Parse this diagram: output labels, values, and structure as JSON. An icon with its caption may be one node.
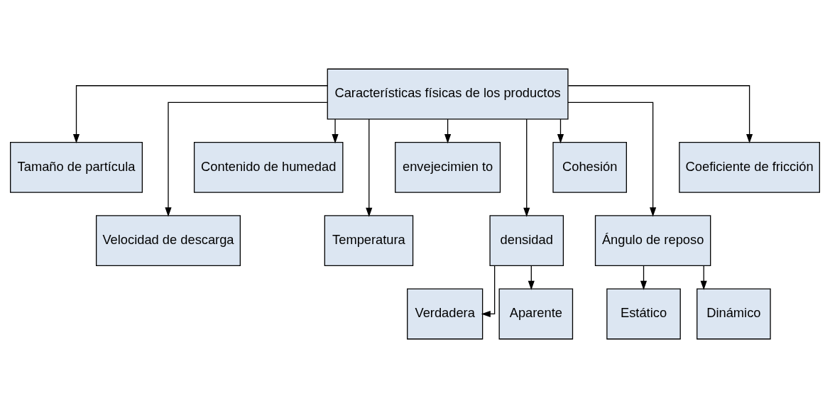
{
  "diagram": {
    "nodes": [
      {
        "text": [
          "Características físicas de los productos"
        ]
      },
      {
        "text": [
          "Tamaño de partícula"
        ]
      },
      {
        "text": [
          "Velocidad de descarga"
        ]
      },
      {
        "text": [
          "Contenido de humedad"
        ]
      },
      {
        "text": [
          "Temperatura"
        ]
      },
      {
        "text": [
          "envejecimien to"
        ]
      },
      {
        "text": [
          "densidad"
        ]
      },
      {
        "text": [
          "Cohesión"
        ]
      },
      {
        "text": [
          "Ángulo de reposo"
        ]
      },
      {
        "text": [
          "Coeficiente de fricción"
        ]
      },
      {
        "text": [
          "Verdadera"
        ]
      },
      {
        "text": [
          "Aparente"
        ]
      },
      {
        "text": [
          "Estático"
        ]
      },
      {
        "text": [
          "Dinámico"
        ]
      }
    ],
    "edges": [
      {
        "from": 0,
        "to": 1,
        "arrow": "to"
      },
      {
        "from": 0,
        "to": 2,
        "arrow": "to"
      },
      {
        "from": 0,
        "to": 3,
        "arrow": "to"
      },
      {
        "from": 0,
        "to": 4,
        "arrow": "to"
      },
      {
        "from": 0,
        "to": 5,
        "arrow": "to"
      },
      {
        "from": 0,
        "to": 6,
        "arrow": "to"
      },
      {
        "from": 0,
        "to": 7,
        "arrow": "to"
      },
      {
        "from": 0,
        "to": 8,
        "arrow": "to"
      },
      {
        "from": 0,
        "to": 9,
        "arrow": "to"
      },
      {
        "from": 6,
        "to": 10,
        "arrow": "to"
      },
      {
        "from": 6,
        "to": 11,
        "arrow": "to"
      },
      {
        "from": 8,
        "to": 12,
        "arrow": "to"
      },
      {
        "from": 8,
        "to": 13,
        "arrow": "to"
      }
    ]
  }
}
